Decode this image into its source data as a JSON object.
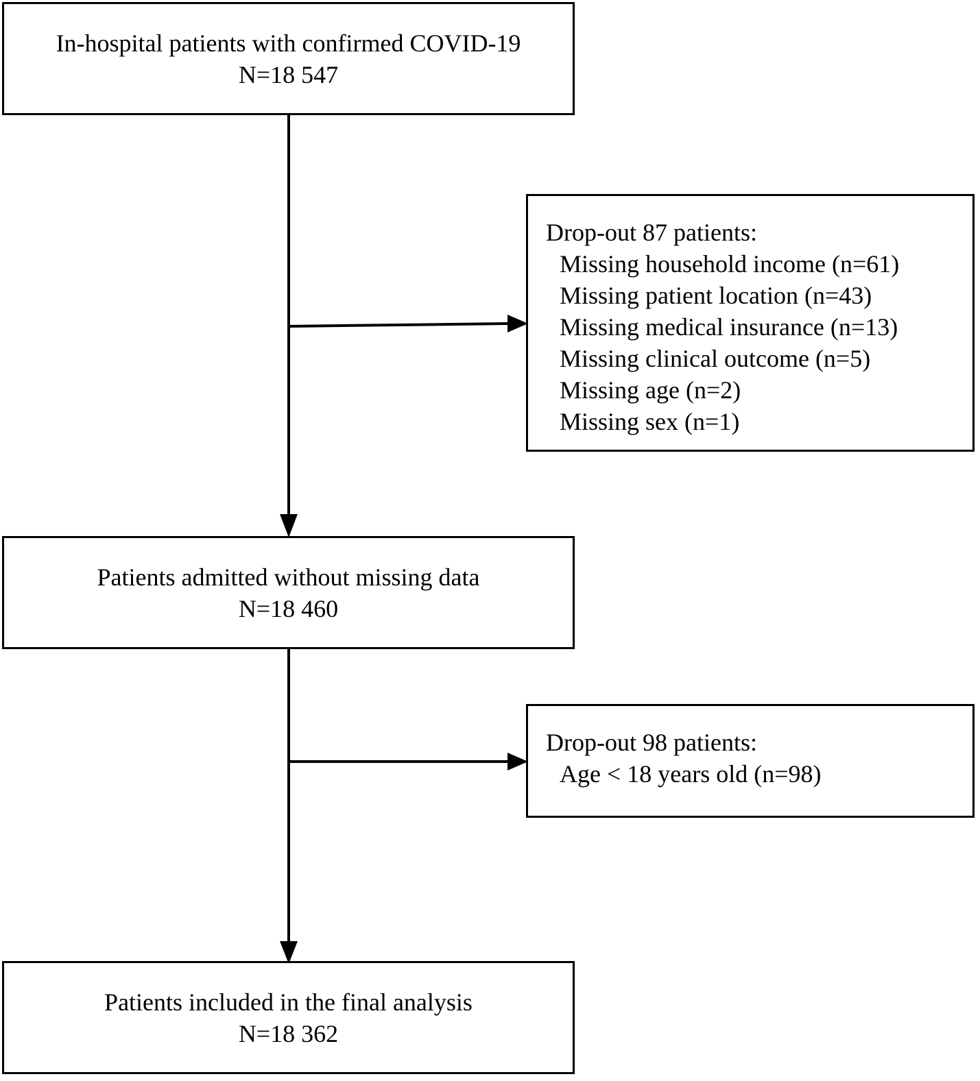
{
  "boxes": {
    "box1": {
      "title": "In-hospital patients with confirmed COVID-19",
      "count": "N=18 547"
    },
    "box2": {
      "title": "Patients admitted without missing data",
      "count": "N=18 460"
    },
    "box3": {
      "title": "Patients included in the final analysis",
      "count": "N=18 362"
    }
  },
  "exclusions": {
    "first": {
      "heading": "Drop-out 87 patients:",
      "items": [
        "Missing household income  (n=61)",
        "Missing patient location  (n=43)",
        "Missing medical insurance  (n=13)",
        "Missing clinical outcome (n=5)",
        "Missing age (n=2)",
        "Missing sex (n=1)"
      ]
    },
    "second": {
      "heading": "Drop-out 98 patients:",
      "items": [
        "Age < 18 years old (n=98)"
      ]
    }
  }
}
